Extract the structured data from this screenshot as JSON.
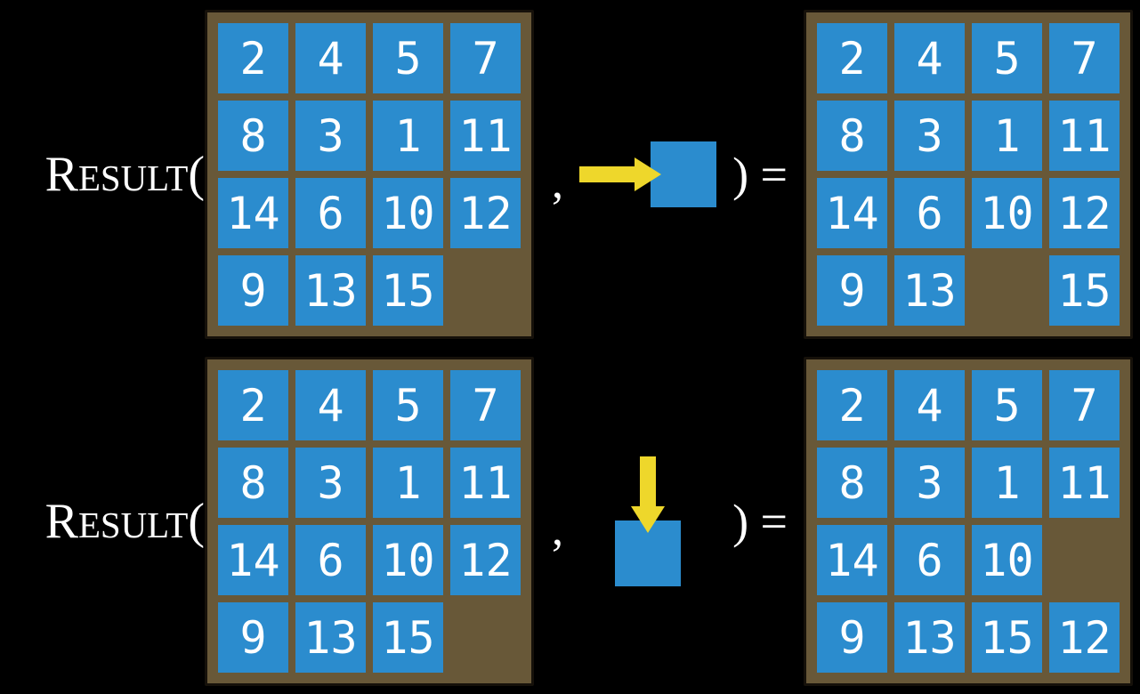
{
  "colors": {
    "background": "#000000",
    "board_brown": "#685838",
    "board_outline": "#16110a",
    "tile_blue": "#2b8cce",
    "arrow_yellow": "#eed72b",
    "text_white": "#ffffff"
  },
  "equations": [
    {
      "func_cap": "R",
      "func_rest": "ESULT",
      "open_paren": "(",
      "comma": ",",
      "action_icon": "right-arrow-into-tile-icon",
      "close_equals": ") =",
      "input_grid": [
        [
          2,
          4,
          5,
          7
        ],
        [
          8,
          3,
          1,
          11
        ],
        [
          14,
          6,
          10,
          12
        ],
        [
          9,
          13,
          15,
          null
        ]
      ],
      "output_grid": [
        [
          2,
          4,
          5,
          7
        ],
        [
          8,
          3,
          1,
          11
        ],
        [
          14,
          6,
          10,
          12
        ],
        [
          9,
          13,
          null,
          15
        ]
      ]
    },
    {
      "func_cap": "R",
      "func_rest": "ESULT",
      "open_paren": "(",
      "comma": ",",
      "action_icon": "down-arrow-into-tile-icon",
      "close_equals": ") =",
      "input_grid": [
        [
          2,
          4,
          5,
          7
        ],
        [
          8,
          3,
          1,
          11
        ],
        [
          14,
          6,
          10,
          12
        ],
        [
          9,
          13,
          15,
          null
        ]
      ],
      "output_grid": [
        [
          2,
          4,
          5,
          7
        ],
        [
          8,
          3,
          1,
          11
        ],
        [
          14,
          6,
          10,
          null
        ],
        [
          9,
          13,
          15,
          12
        ]
      ]
    }
  ]
}
